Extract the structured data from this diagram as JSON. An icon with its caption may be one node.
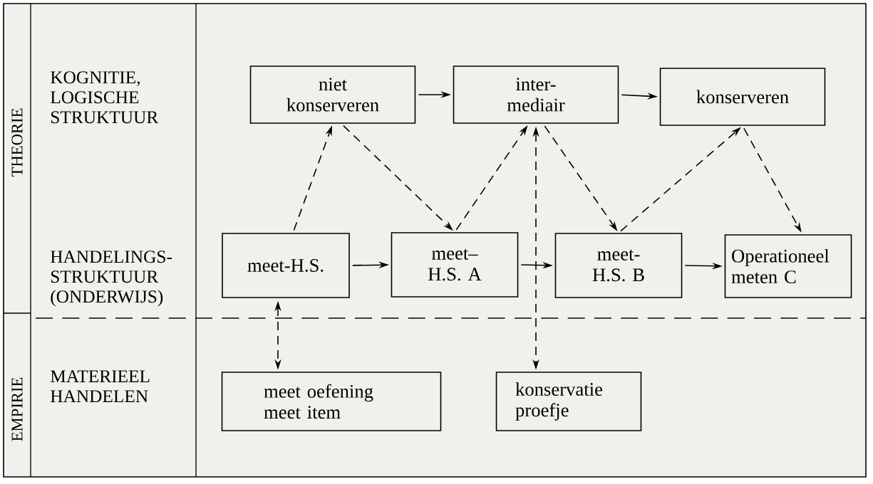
{
  "diagram": {
    "nodes": [
      {
        "text": [
          "niet konserveren"
        ]
      },
      {
        "text": [
          "inter- mediair"
        ]
      },
      {
        "text": [
          "konserveren"
        ]
      },
      {
        "text": [
          "meet-H.S."
        ]
      },
      {
        "text": [
          "meet–H.S. A"
        ]
      },
      {
        "text": [
          "meet-H.S. B"
        ]
      },
      {
        "text": [
          "Operationeel meten C"
        ]
      },
      {
        "text": [
          "meet oefening meet item"
        ]
      },
      {
        "text": [
          "konservatie proefje"
        ]
      }
    ],
    "edges": [
      {
        "from": 0,
        "to": 1,
        "arrow": "to"
      },
      {
        "from": 1,
        "to": 2,
        "arrow": "to"
      },
      {
        "from": 3,
        "to": 4,
        "arrow": "to"
      },
      {
        "from": 4,
        "to": 5,
        "arrow": "to"
      },
      {
        "from": 5,
        "to": 6,
        "arrow": "to"
      },
      {
        "from": 3,
        "to": 0,
        "arrow": "to",
        "style": "dashed"
      },
      {
        "from": 0,
        "to": 4,
        "arrow": "to",
        "style": "dashed"
      },
      {
        "from": 4,
        "to": 1,
        "arrow": "to",
        "style": "dashed"
      },
      {
        "from": 1,
        "to": 5,
        "arrow": "to",
        "style": "dashed"
      },
      {
        "from": 5,
        "to": 2,
        "arrow": "to",
        "style": "dashed"
      },
      {
        "from": 2,
        "to": 6,
        "arrow": "to",
        "style": "dashed"
      },
      {
        "from": 3,
        "to": 7,
        "arrow": "both",
        "style": "dashed"
      },
      {
        "from": 1,
        "to": 8,
        "arrow": "both",
        "style": "dashed"
      }
    ],
    "labels": [
      "THEORIE",
      "EMPIRIE",
      "KOGNITIE, LOGISCHE STRUKTUUR",
      "HANDELINGS- STRUKTUUR (ONDERWIJS)",
      "MATERIEEL HANDELEN"
    ]
  }
}
